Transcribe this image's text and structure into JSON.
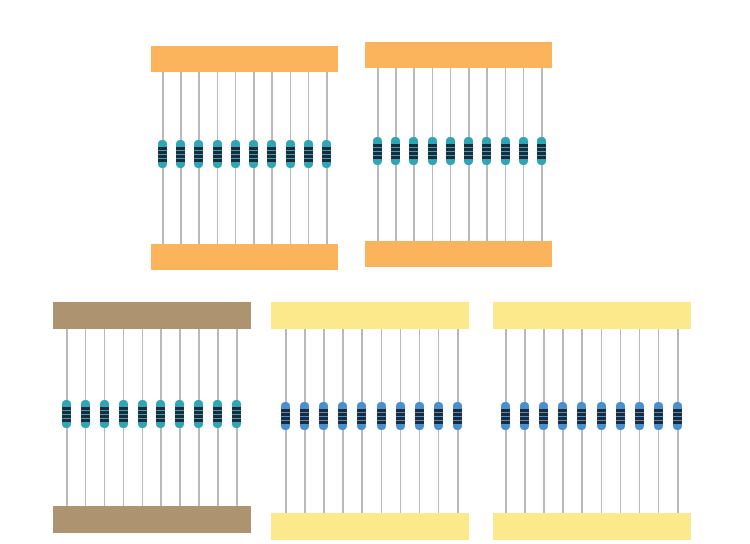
{
  "packs": [
    {
      "name": "pack-orange-1",
      "tape_color": "#fbb45c",
      "body_color": "#2fa5b5",
      "count": 10
    },
    {
      "name": "pack-orange-2",
      "tape_color": "#fbb45c",
      "body_color": "#2fa5b5",
      "count": 10
    },
    {
      "name": "pack-brown",
      "tape_color": "#ae9371",
      "body_color": "#2fa5b5",
      "count": 10
    },
    {
      "name": "pack-yellow-1",
      "tape_color": "#fbe98c",
      "body_color": "#4a8fcf",
      "count": 10
    },
    {
      "name": "pack-yellow-2",
      "tape_color": "#fbe98c",
      "body_color": "#4a8fcf",
      "count": 10
    }
  ]
}
